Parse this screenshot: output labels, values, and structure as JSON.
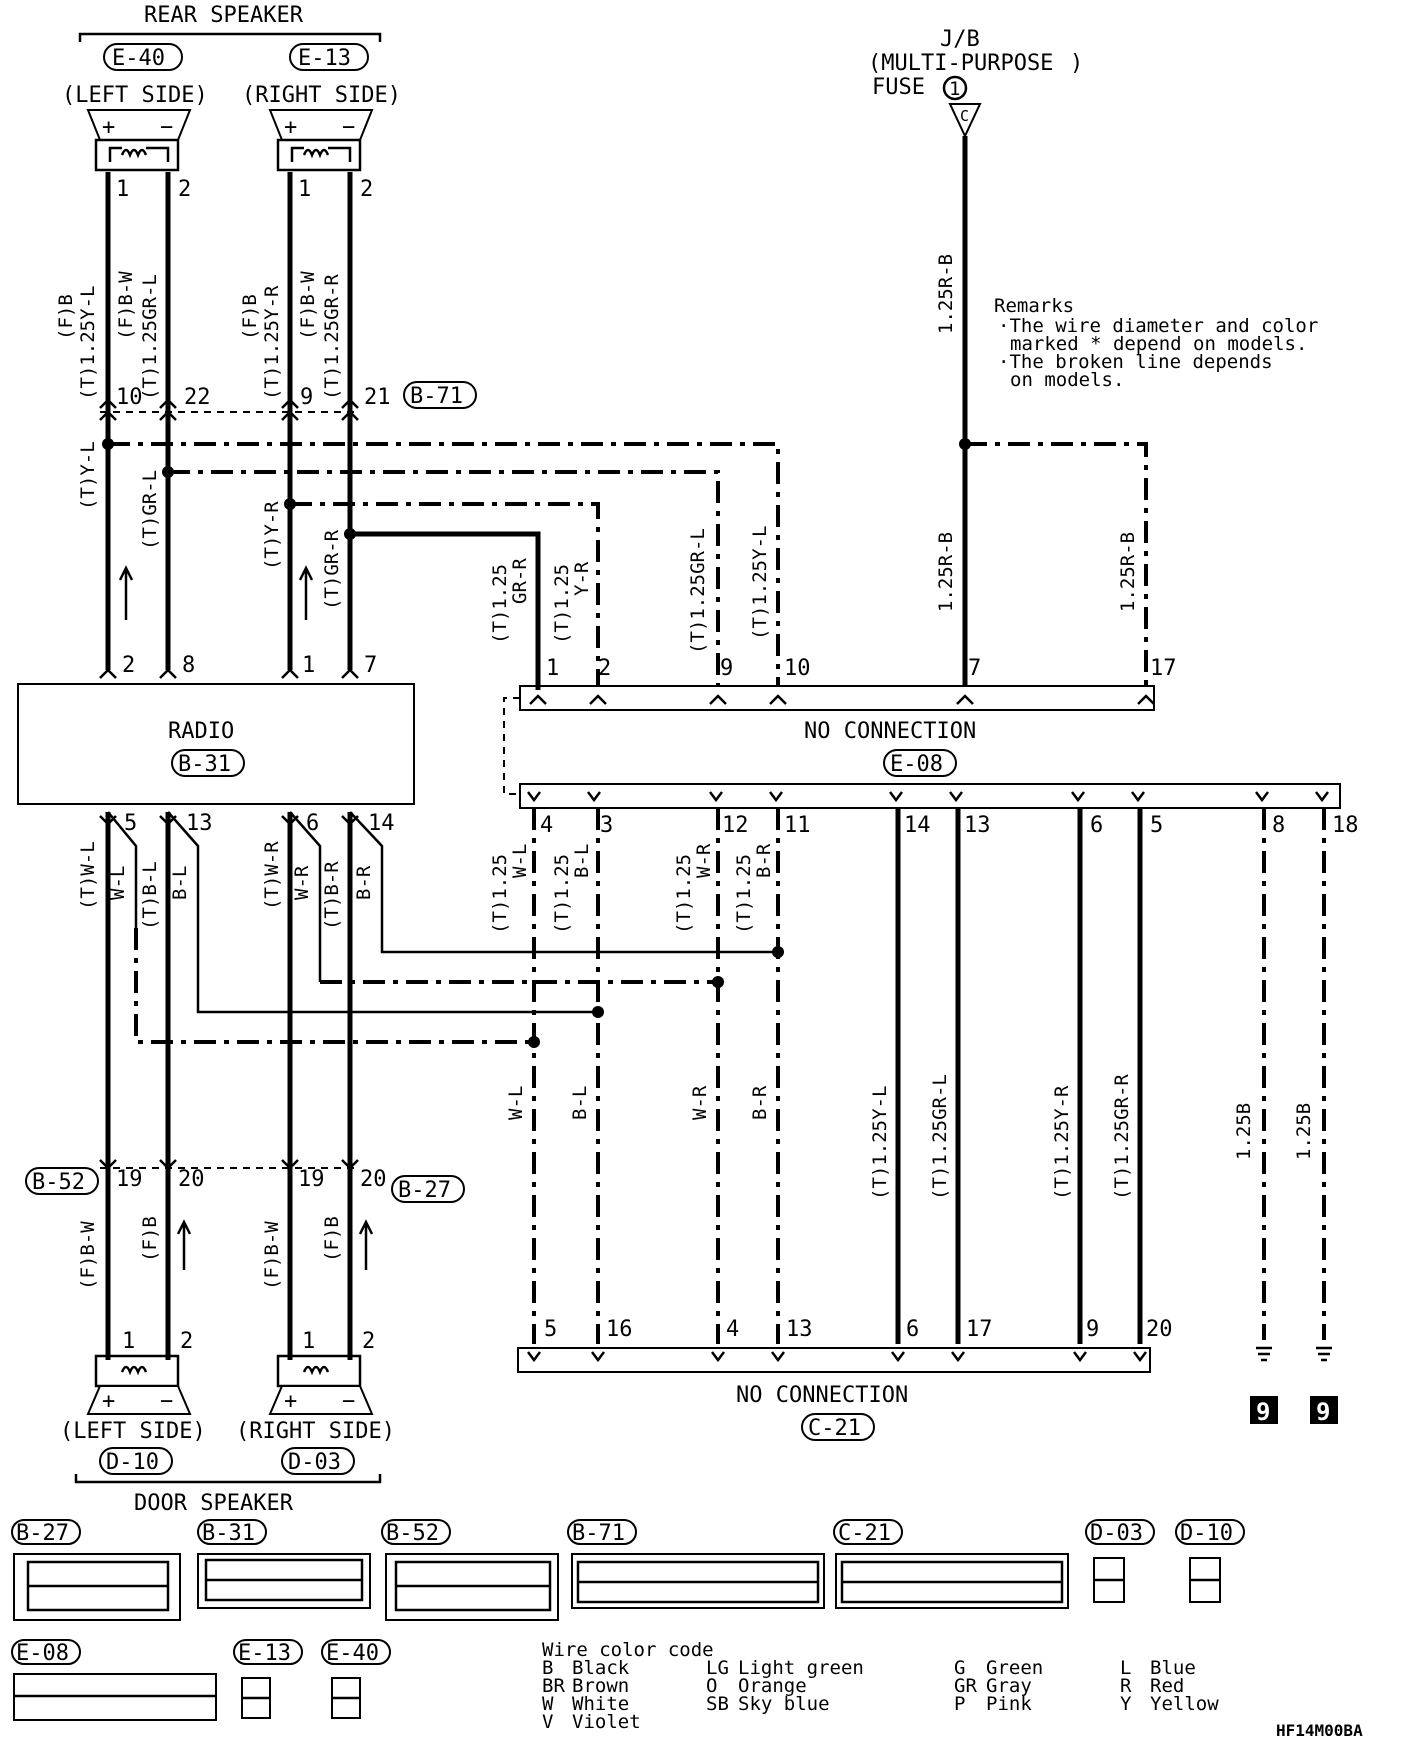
{
  "rear_speaker": {
    "title": "REAR SPEAKER",
    "left": {
      "connector": "E-40",
      "side": "(LEFT SIDE)",
      "pins": [
        "1",
        "2"
      ]
    },
    "right": {
      "connector": "E-13",
      "side": "(RIGHT SIDE)",
      "pins": [
        "1",
        "2"
      ]
    }
  },
  "door_speaker": {
    "title": "DOOR SPEAKER",
    "left": {
      "connector": "D-10",
      "side": "(LEFT SIDE)",
      "pins": [
        "1",
        "2"
      ]
    },
    "right": {
      "connector": "D-03",
      "side": "(RIGHT SIDE)",
      "pins": [
        "1",
        "2"
      ]
    }
  },
  "junction": {
    "line1": "J/B",
    "line2": "(MULTI-PURPOSE",
    "line3": "FUSE",
    "fuse_no": "1",
    "terminal": "C"
  },
  "remarks": {
    "title": "Remarks",
    "line1": "·The wire diameter and color",
    "line2": "marked * depend on models.",
    "line3": "·The broken line depends",
    "line4": "on models."
  },
  "radio": {
    "label": "RADIO",
    "connector": "B-31",
    "top_pins": [
      "2",
      "8",
      "1",
      "7"
    ],
    "bottom_pins": [
      "5",
      "13",
      "6",
      "14"
    ]
  },
  "b71": {
    "connector": "B-71",
    "pins": [
      "10",
      "22",
      "9",
      "21"
    ]
  },
  "e08": {
    "label": "NO CONNECTION",
    "connector": "E-08",
    "top_pins": [
      "1",
      "2",
      "9",
      "10",
      "7",
      "17"
    ],
    "bottom_pins": [
      "4",
      "3",
      "12",
      "11",
      "14",
      "13",
      "6",
      "5",
      "8",
      "18"
    ]
  },
  "c21": {
    "label": "NO CONNECTION",
    "connector": "C-21",
    "pins": [
      "5",
      "16",
      "4",
      "13",
      "6",
      "17",
      "9",
      "20"
    ]
  },
  "b52": {
    "connector": "B-52",
    "pins": [
      "19",
      "20"
    ]
  },
  "b27": {
    "connector": "B-27",
    "pins": [
      "19",
      "20"
    ]
  },
  "wire_labels": {
    "rl_top_a": "(F)B",
    "rl_top_b": "(T)1.25Y-L",
    "rl_top_c": "(F)B-W",
    "rl_top_d": "(T)1.25GR-L",
    "rr_top_a": "(F)B",
    "rr_top_b": "(T)1.25Y-R",
    "rr_top_c": "(F)B-W",
    "rr_top_d": "(T)1.25GR-R",
    "mid_yl": "(T)Y-L",
    "mid_grl": "(T)GR-L",
    "mid_yr": "(T)Y-R",
    "mid_grr": "(T)GR-R",
    "e08_1": "(T)1.25",
    "e08_1b": "GR-R",
    "e08_2": "(T)1.25",
    "e08_2b": "Y-R",
    "e08_9": "(T)1.25GR-L",
    "e08_10": "(T)1.25Y-L",
    "fuse_wire": "1.25R-B",
    "e08_7": "1.25R-B",
    "e08_17": "1.25R-B",
    "bot_wl": "(T)W-L",
    "bot_wl2": "W-L",
    "bot_bl": "(T)B-L",
    "bot_bl2": "B-L",
    "bot_wr": "(T)W-R",
    "bot_wr2": "W-R",
    "bot_br": "(T)B-R",
    "bot_br2": "B-R",
    "e08_4": "(T)1.25",
    "e08_4b": "W-L",
    "e08_3": "(T)1.25",
    "e08_3b": "B-L",
    "e08_12": "(T)1.25",
    "e08_12b": "W-R",
    "e08_11": "(T)1.25",
    "e08_11b": "B-R",
    "v_wl": "W-L",
    "v_bl": "B-L",
    "v_wr": "W-R",
    "v_br": "B-R",
    "v_yl": "(T)1.25Y-L",
    "v_grl": "(T)1.25GR-L",
    "v_yr": "(T)1.25Y-R",
    "v_grr": "(T)1.25GR-R",
    "v_b1": "1.25B",
    "v_b2": "1.25B",
    "ds_fbw_l": "(F)B-W",
    "ds_fb_l": "(F)B",
    "ds_fbw_r": "(F)B-W",
    "ds_fb_r": "(F)B"
  },
  "ground": {
    "label": "9"
  },
  "connector_views": [
    {
      "id": "B-27"
    },
    {
      "id": "B-31"
    },
    {
      "id": "B-52"
    },
    {
      "id": "B-71"
    },
    {
      "id": "C-21"
    },
    {
      "id": "D-03"
    },
    {
      "id": "D-10"
    },
    {
      "id": "E-08"
    },
    {
      "id": "E-13"
    },
    {
      "id": "E-40"
    }
  ],
  "color_code": {
    "title": "Wire color code",
    "entries": [
      [
        "B",
        "Black"
      ],
      [
        "BR",
        "Brown"
      ],
      [
        "W",
        "White"
      ],
      [
        "V",
        "Violet"
      ],
      [
        "LG",
        "Light green"
      ],
      [
        "O",
        "Orange"
      ],
      [
        "SB",
        "Sky blue"
      ],
      [
        "G",
        "Green"
      ],
      [
        "GR",
        "Gray"
      ],
      [
        "P",
        "Pink"
      ],
      [
        "L",
        "Blue"
      ],
      [
        "R",
        "Red"
      ],
      [
        "Y",
        "Yellow"
      ]
    ]
  },
  "figure_code": "HF14M00BA"
}
